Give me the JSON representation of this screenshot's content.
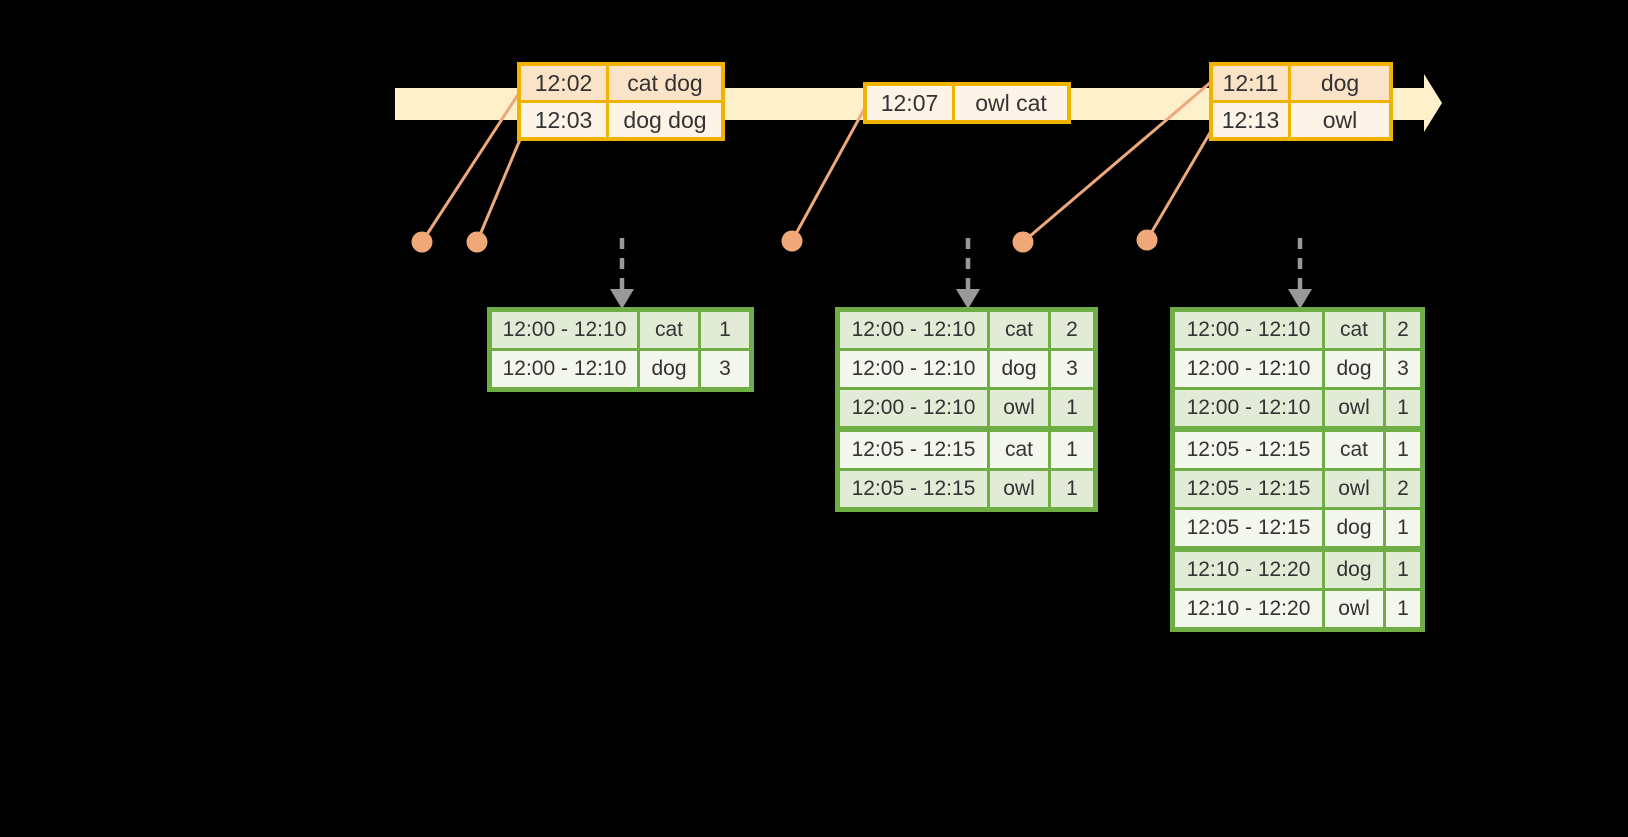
{
  "colors": {
    "background": "#000000",
    "timeline-band": "#fdf0cb",
    "event-border": "#f0b400",
    "event-row-dark": "#fbe3c7",
    "event-row-light": "#fdf3e6",
    "connector-orange": "#eda87c",
    "dot-orange": "#f1a878",
    "arrow-gray": "#999999",
    "result-border": "#6fae44",
    "result-row-dark": "#e1ebd6",
    "result-row-light": "#f3f7ee",
    "text": "#333333"
  },
  "event_tables": [
    {
      "rows": [
        [
          "12:02",
          "cat dog"
        ],
        [
          "12:03",
          "dog dog"
        ]
      ]
    },
    {
      "rows": [
        [
          "12:07",
          "owl cat"
        ]
      ]
    },
    {
      "rows": [
        [
          "12:11",
          "dog"
        ],
        [
          "12:13",
          "owl"
        ]
      ]
    }
  ],
  "result_tables": [
    {
      "rows": [
        [
          "12:00 - 12:10",
          "cat",
          "1"
        ],
        [
          "12:00 - 12:10",
          "dog",
          "3"
        ]
      ],
      "group_breaks": []
    },
    {
      "rows": [
        [
          "12:00 - 12:10",
          "cat",
          "2"
        ],
        [
          "12:00 - 12:10",
          "dog",
          "3"
        ],
        [
          "12:00 - 12:10",
          "owl",
          "1"
        ],
        [
          "12:05 - 12:15",
          "cat",
          "1"
        ],
        [
          "12:05 - 12:15",
          "owl",
          "1"
        ]
      ],
      "group_breaks": [
        3
      ]
    },
    {
      "rows": [
        [
          "12:00 - 12:10",
          "cat",
          "2"
        ],
        [
          "12:00 - 12:10",
          "dog",
          "3"
        ],
        [
          "12:00 - 12:10",
          "owl",
          "1"
        ],
        [
          "12:05 - 12:15",
          "cat",
          "1"
        ],
        [
          "12:05 - 12:15",
          "owl",
          "2"
        ],
        [
          "12:05 - 12:15",
          "dog",
          "1"
        ],
        [
          "12:10 - 12:20",
          "dog",
          "1"
        ],
        [
          "12:10 - 12:20",
          "owl",
          "1"
        ]
      ],
      "group_breaks": [
        3,
        6
      ]
    }
  ]
}
